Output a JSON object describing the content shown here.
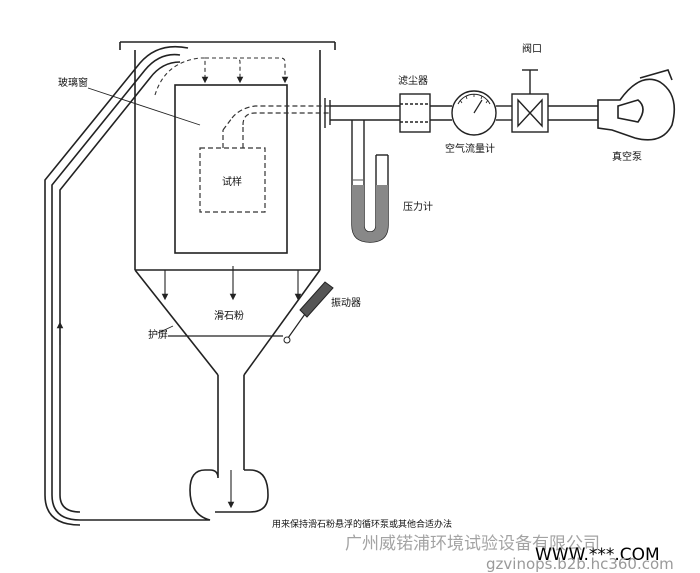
{
  "labels": {
    "glass_window": "玻璃窗",
    "dust_filter": "滤尘器",
    "valve": "阀口",
    "air_flow_meter": "空气流量计",
    "vacuum_pump": "真空泵",
    "specimen": "试样",
    "pressure_gauge": "压力计",
    "vibrator": "振动器",
    "talc_powder": "滑石粉",
    "guard_screen": "护屏"
  },
  "caption": "用来保持滑石粉悬浮的循环泵或其他合适办法",
  "watermark": {
    "company": "广州威锘浦环境试验设备有限公司",
    "site": "WWW.***.COM",
    "url": "gzvinops.b2b.hc360.com"
  }
}
